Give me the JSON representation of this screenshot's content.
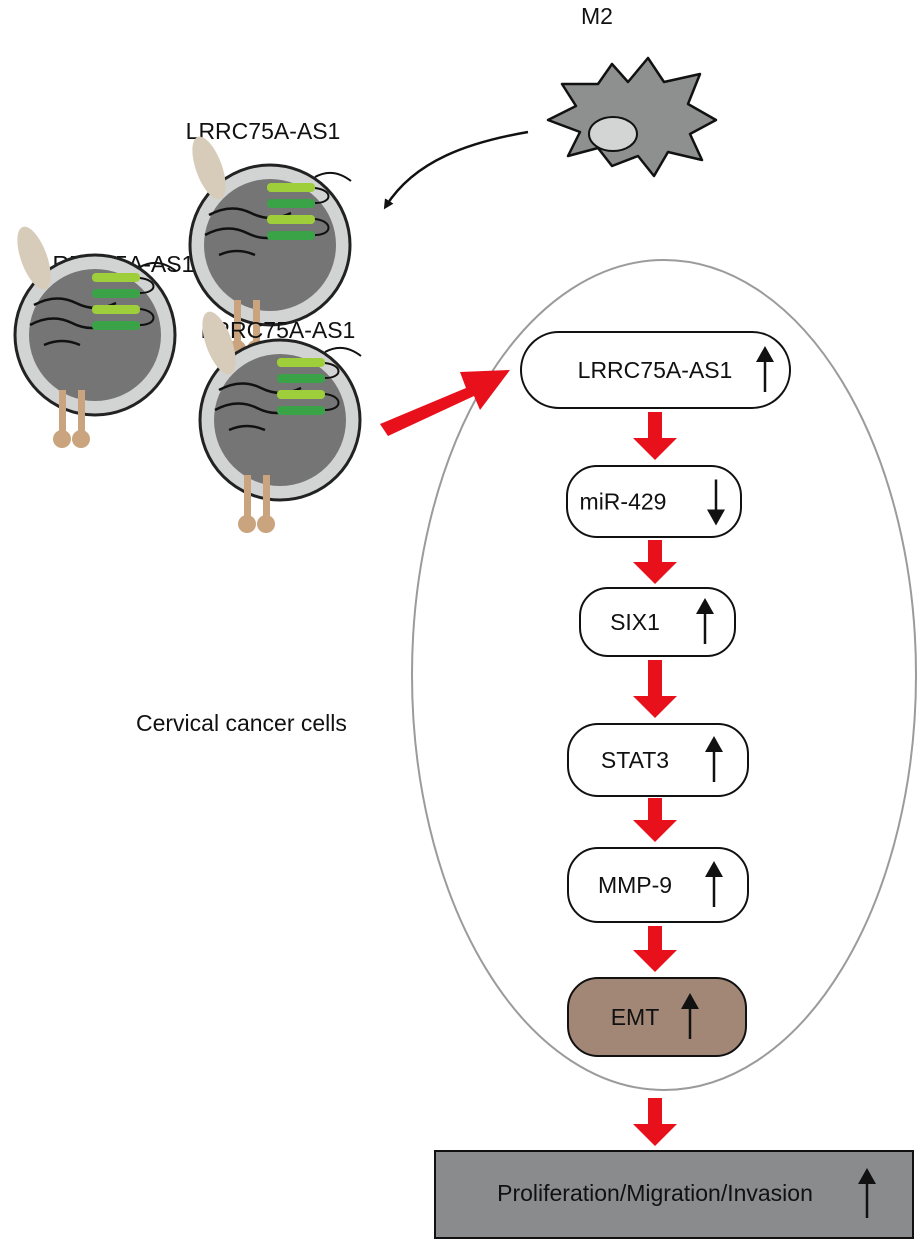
{
  "colors": {
    "flow_arrow": "#e8101a",
    "node_border": "#111111",
    "emt_fill": "#a28777",
    "output_fill": "#8a8b8d",
    "macrophage_fill": "#8e9090",
    "nucleus_fill": "#d3d4d4",
    "exosome_outer": "#d2d3d3",
    "exosome_inner": "#757576",
    "receptor": "#c9a47e",
    "ligand": "#d7cbb9",
    "rna_light_green": "#9fce3b",
    "rna_dark_green": "#3aa347",
    "cell_outline": "#9b9b9b"
  },
  "labels": {
    "m2": "M2",
    "exosome_1": "LRRC75A-AS1",
    "exosome_2": "LRRC75A-AS1",
    "exosome_3": "LRRC75A-AS1",
    "cell": "Cervical cancer  cells"
  },
  "pathway": [
    {
      "id": "lrrc75a-as1",
      "text": "LRRC75A-AS1",
      "direction": "up"
    },
    {
      "id": "mir-429",
      "text": "miR-429",
      "direction": "down"
    },
    {
      "id": "six1",
      "text": "SIX1",
      "direction": "up"
    },
    {
      "id": "stat3",
      "text": "STAT3",
      "direction": "up"
    },
    {
      "id": "mmp-9",
      "text": "MMP-9",
      "direction": "up"
    },
    {
      "id": "emt",
      "text": "EMT",
      "direction": "up"
    }
  ],
  "output": {
    "text": "Proliferation/Migration/Invasion",
    "direction": "up"
  },
  "icons": {
    "macrophage": "m2-macrophage-icon",
    "exosome": "exosome-icon",
    "up": "up-arrow-icon",
    "down": "down-arrow-icon"
  }
}
